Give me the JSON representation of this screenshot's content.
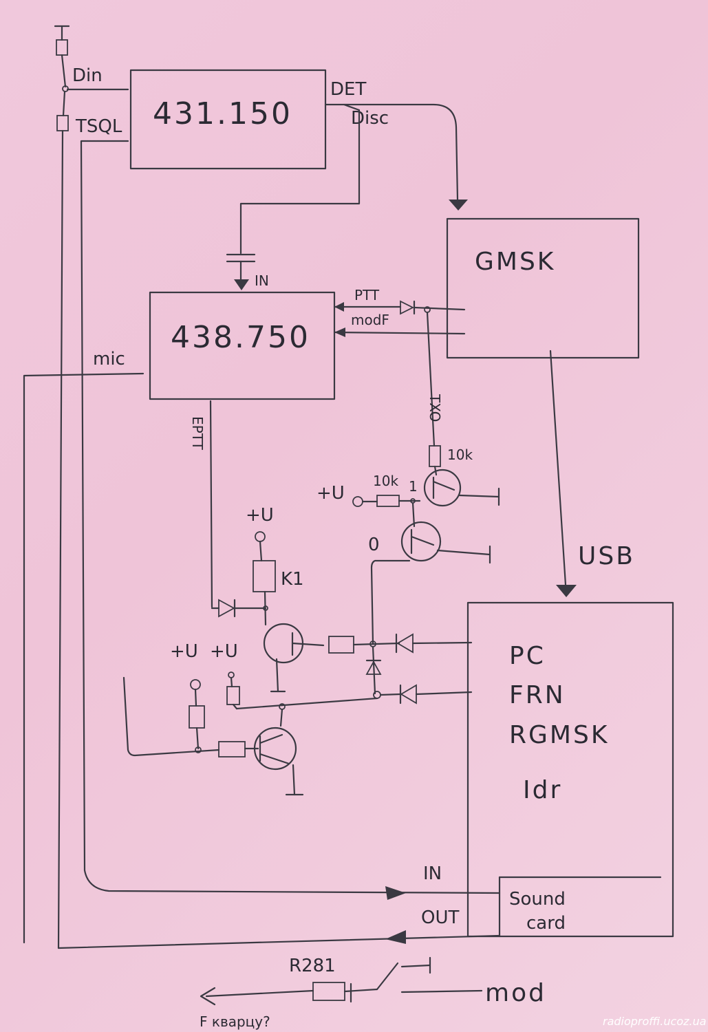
{
  "blocks": {
    "rx": "431.150",
    "tx": "438.750",
    "gmsk": "GMSK",
    "pc_lines": [
      "PC",
      "FRN",
      "RGMSK",
      "Idr"
    ],
    "soundcard": [
      "Sound",
      "card"
    ]
  },
  "labels": {
    "din": "Din",
    "tsql": "TSQL",
    "det": "DET",
    "disc": "Disc",
    "in": "IN",
    "ptt": "PTT",
    "modf": "modF",
    "mic": "mic",
    "eptt": "EPTT",
    "txo": "TXO",
    "usb": "USB",
    "k1": "K1",
    "r10k_a": "10k",
    "r10k_b": "10k",
    "pin1": "1",
    "pin0": "0",
    "plus_u_1": "+U",
    "plus_u_2": "+U",
    "plus_u_3": "+U",
    "plus_u_4": "+U",
    "sc_in": "IN",
    "sc_out": "OUT",
    "r281": "R281",
    "mod": "mod",
    "bottom_note": "F кварцу?"
  },
  "watermark": "radioproffi.ucoz.ua",
  "colors": {
    "paper": "#f0c8dc",
    "ink": "#3a3942"
  }
}
